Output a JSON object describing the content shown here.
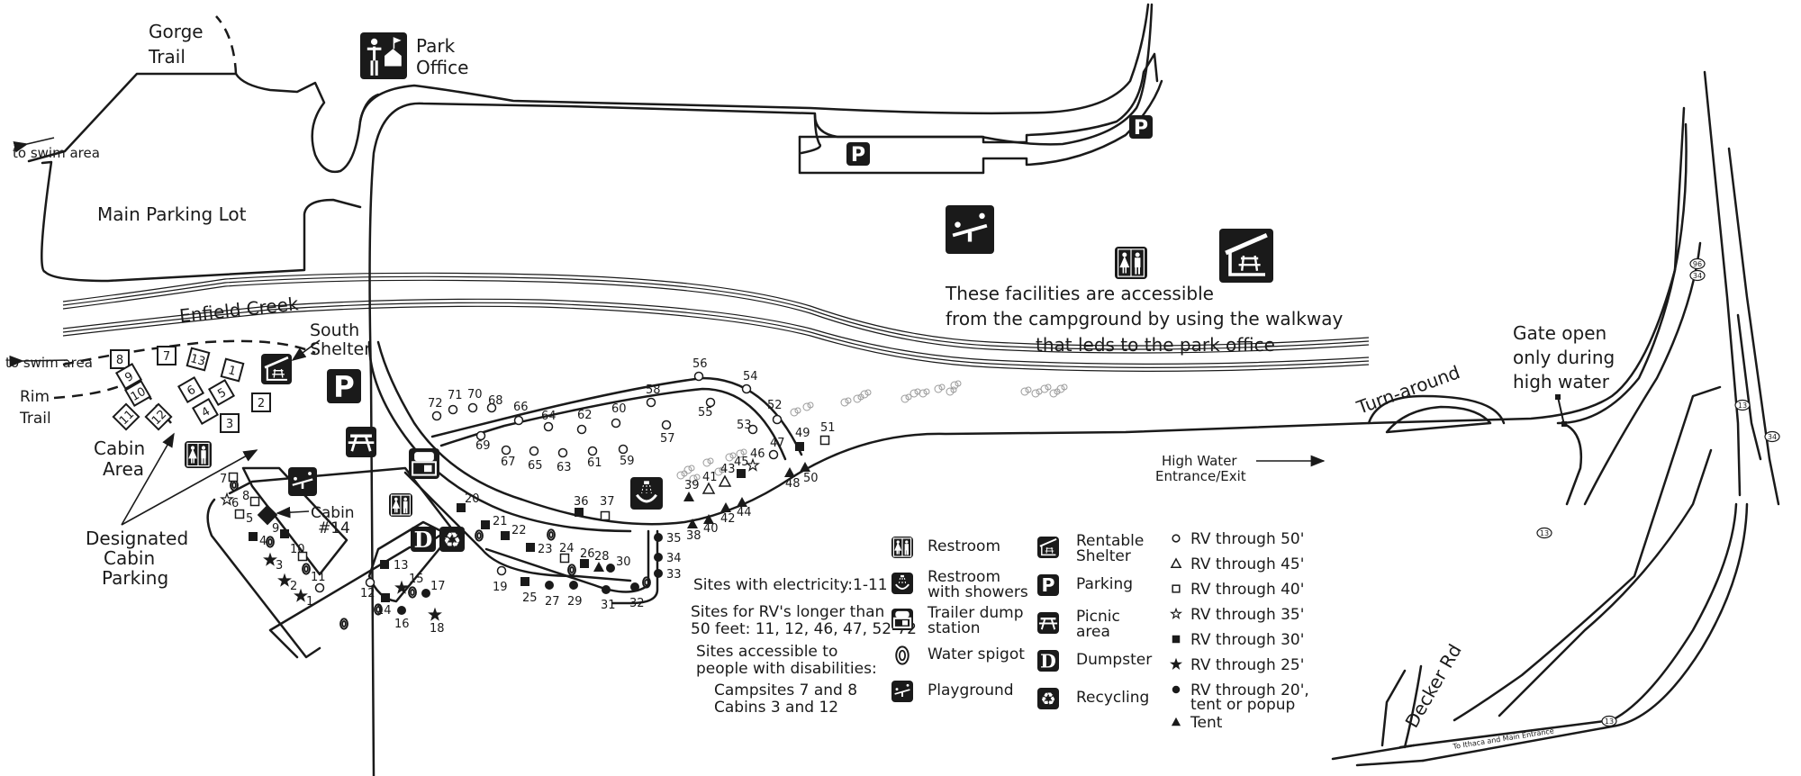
{
  "labels": {
    "gorge_trail": [
      "Gorge",
      "Trail"
    ],
    "park_office": [
      "Park",
      "Office"
    ],
    "swim_area_top": "to swim area",
    "swim_area_bottom": "to swim area",
    "main_parking_lot": "Main Parking Lot",
    "enfield_creek": "Enfield Creek",
    "south_shelter": [
      "South",
      "Shelter"
    ],
    "rim_trail": [
      "Rim",
      "Trail"
    ],
    "cabin_area": [
      "Cabin",
      "Area"
    ],
    "designated_cabin_parking": [
      "Designated",
      "Cabin",
      "Parking"
    ],
    "cabin_14": [
      "Cabin",
      "#14"
    ],
    "facilities_note": [
      "These facilities are accessible",
      "from the campground by using the walkway",
      "that leds to the park office"
    ],
    "turn_around": "Turn-around",
    "gate_note": [
      "Gate open",
      "only during",
      "high water"
    ],
    "high_water": [
      "High Water",
      "Entrance/Exit"
    ],
    "decker_rd": "Decker Rd",
    "to_ithaca": "To Ithaca and Main Entrance"
  },
  "route_shields": [
    "96",
    "34",
    "13",
    "34",
    "13",
    "13"
  ],
  "cabins": [
    "1",
    "2",
    "3",
    "4",
    "5",
    "6",
    "7",
    "8",
    "9",
    "10",
    "11",
    "12",
    "13"
  ],
  "campsites": [
    {
      "n": "1",
      "t": "rv25"
    },
    {
      "n": "2",
      "t": "rv25"
    },
    {
      "n": "3",
      "t": "rv25"
    },
    {
      "n": "4",
      "t": "rv30"
    },
    {
      "n": "5",
      "t": "rv40"
    },
    {
      "n": "6",
      "t": "rv35"
    },
    {
      "n": "7",
      "t": "rv40"
    },
    {
      "n": "8",
      "t": "rv40"
    },
    {
      "n": "9",
      "t": "rv30"
    },
    {
      "n": "10",
      "t": "rv40"
    },
    {
      "n": "11",
      "t": "rv50"
    },
    {
      "n": "12",
      "t": "rv50"
    },
    {
      "n": "13",
      "t": "rv30"
    },
    {
      "n": "14",
      "t": "rv30"
    },
    {
      "n": "15",
      "t": "rv25"
    },
    {
      "n": "16",
      "t": "rv20"
    },
    {
      "n": "17",
      "t": "rv20"
    },
    {
      "n": "18",
      "t": "rv25"
    },
    {
      "n": "19",
      "t": "rv50"
    },
    {
      "n": "20",
      "t": "rv30"
    },
    {
      "n": "21",
      "t": "rv30"
    },
    {
      "n": "22",
      "t": "rv30"
    },
    {
      "n": "23",
      "t": "rv30"
    },
    {
      "n": "24",
      "t": "rv40"
    },
    {
      "n": "25",
      "t": "rv30"
    },
    {
      "n": "26",
      "t": "rv30"
    },
    {
      "n": "27",
      "t": "rv20"
    },
    {
      "n": "28",
      "t": "tent"
    },
    {
      "n": "29",
      "t": "rv20"
    },
    {
      "n": "30",
      "t": "rv20"
    },
    {
      "n": "31",
      "t": "rv20"
    },
    {
      "n": "32",
      "t": "rv20"
    },
    {
      "n": "33",
      "t": "rv20"
    },
    {
      "n": "34",
      "t": "rv20"
    },
    {
      "n": "35",
      "t": "rv20"
    },
    {
      "n": "36",
      "t": "rv30"
    },
    {
      "n": "37",
      "t": "rv40"
    },
    {
      "n": "38",
      "t": "tent"
    },
    {
      "n": "39",
      "t": "tent"
    },
    {
      "n": "40",
      "t": "tent"
    },
    {
      "n": "41",
      "t": "rv45"
    },
    {
      "n": "42",
      "t": "tent"
    },
    {
      "n": "43",
      "t": "rv45"
    },
    {
      "n": "44",
      "t": "tent"
    },
    {
      "n": "45",
      "t": "rv30"
    },
    {
      "n": "46",
      "t": "rv35"
    },
    {
      "n": "47",
      "t": "rv50"
    },
    {
      "n": "48",
      "t": "tent"
    },
    {
      "n": "49",
      "t": "rv30"
    },
    {
      "n": "50",
      "t": "tent"
    },
    {
      "n": "51",
      "t": "rv40"
    },
    {
      "n": "52",
      "t": "rv50"
    },
    {
      "n": "53",
      "t": "rv50"
    },
    {
      "n": "54",
      "t": "rv50"
    },
    {
      "n": "55",
      "t": "rv50"
    },
    {
      "n": "56",
      "t": "rv50"
    },
    {
      "n": "57",
      "t": "rv50"
    },
    {
      "n": "58",
      "t": "rv50"
    },
    {
      "n": "59",
      "t": "rv50"
    },
    {
      "n": "60",
      "t": "rv50"
    },
    {
      "n": "61",
      "t": "rv50"
    },
    {
      "n": "62",
      "t": "rv50"
    },
    {
      "n": "63",
      "t": "rv50"
    },
    {
      "n": "64",
      "t": "rv50"
    },
    {
      "n": "65",
      "t": "rv50"
    },
    {
      "n": "66",
      "t": "rv50"
    },
    {
      "n": "67",
      "t": "rv50"
    },
    {
      "n": "68",
      "t": "rv50"
    },
    {
      "n": "69",
      "t": "rv50"
    },
    {
      "n": "70",
      "t": "rv50"
    },
    {
      "n": "71",
      "t": "rv50"
    },
    {
      "n": "72",
      "t": "rv50"
    }
  ],
  "info": {
    "electricity": "Sites with electricity:1-11",
    "long_rv": [
      "Sites for RV's longer than",
      "50 feet: 11, 12, 46, 47, 52-72"
    ],
    "accessible": [
      "Sites accessible to",
      "people with disabilities:",
      "Campsites 7 and 8",
      "Cabins 3 and 12"
    ]
  },
  "legend_facilities": [
    {
      "icon": "restroom-icon",
      "label": [
        "Restroom"
      ]
    },
    {
      "icon": "shower-icon",
      "label": [
        "Restroom",
        "with showers"
      ]
    },
    {
      "icon": "trailer-dump-icon",
      "label": [
        "Trailer dump",
        "station"
      ]
    },
    {
      "icon": "water-spigot-icon",
      "label": [
        "Water spigot"
      ]
    },
    {
      "icon": "playground-icon",
      "label": [
        "Playground"
      ]
    }
  ],
  "legend_facilities2": [
    {
      "icon": "shelter-icon",
      "label": [
        "Rentable",
        "Shelter"
      ]
    },
    {
      "icon": "parking-icon",
      "label": [
        "Parking"
      ]
    },
    {
      "icon": "picnic-icon",
      "label": [
        "Picnic",
        "area"
      ]
    },
    {
      "icon": "dumpster-icon",
      "label": [
        "Dumpster"
      ]
    },
    {
      "icon": "recycling-icon",
      "label": [
        "Recycling"
      ]
    }
  ],
  "legend_sites": [
    {
      "t": "rv50",
      "label": [
        "RV through 50'"
      ]
    },
    {
      "t": "rv45",
      "label": [
        "RV through 45'"
      ]
    },
    {
      "t": "rv40",
      "label": [
        "RV through 40'"
      ]
    },
    {
      "t": "rv35",
      "label": [
        "RV through 35'"
      ]
    },
    {
      "t": "rv30",
      "label": [
        "RV through 30'"
      ]
    },
    {
      "t": "rv25",
      "label": [
        "RV through 25'"
      ]
    },
    {
      "t": "rv20",
      "label": [
        "RV through 20',",
        "tent or popup"
      ]
    },
    {
      "t": "tent",
      "label": [
        "Tent"
      ]
    }
  ],
  "icon_letters": {
    "parking": "P",
    "dumpster": "D",
    "recycle": "♻"
  }
}
